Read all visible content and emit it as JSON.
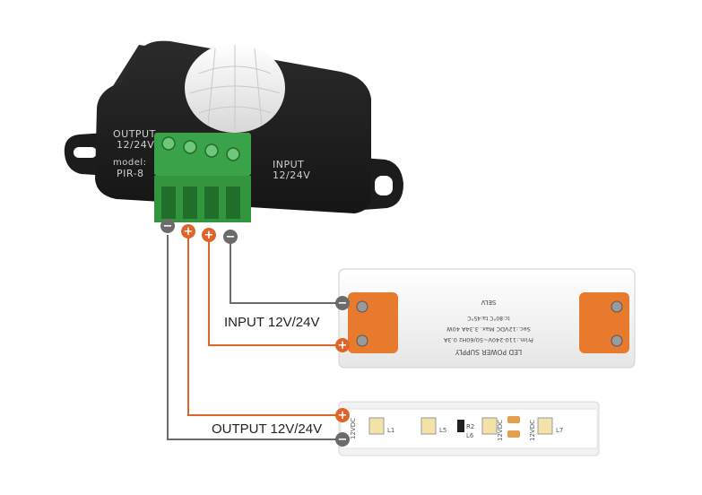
{
  "sensor": {
    "output_label": "OUTPUT",
    "output_voltage": "12/24V",
    "model_label": "model:",
    "model_value": "PIR-8",
    "input_label": "INPUT",
    "input_voltage": "12/24V"
  },
  "terminal_signs": [
    "−",
    "+",
    "+",
    "−"
  ],
  "power_supply": {
    "title": "LED POWER SUPPLY",
    "prim": "Prim.:110-240V~50/60Hz 0.3A",
    "sec": "Sec.:12VDC  Max. 3.34A 40W",
    "marks": "SELV",
    "tc": "tc:80°C   ta:45°C",
    "in_neg": "−",
    "in_pos": "+"
  },
  "strip": {
    "pos": "+",
    "neg": "−",
    "labels": [
      "12VDC",
      "L1",
      "L5",
      "R2",
      "L6",
      "12VDC",
      "12VDC",
      "L7"
    ]
  },
  "labels": {
    "input": "INPUT 12V/24V",
    "output": "OUTPUT 12V/24V"
  },
  "colors": {
    "wire_gray": "#6b6b6b",
    "wire_orange": "#e0642a",
    "terminal_green": "#3aa34a",
    "housing": "#1f1f1f"
  }
}
